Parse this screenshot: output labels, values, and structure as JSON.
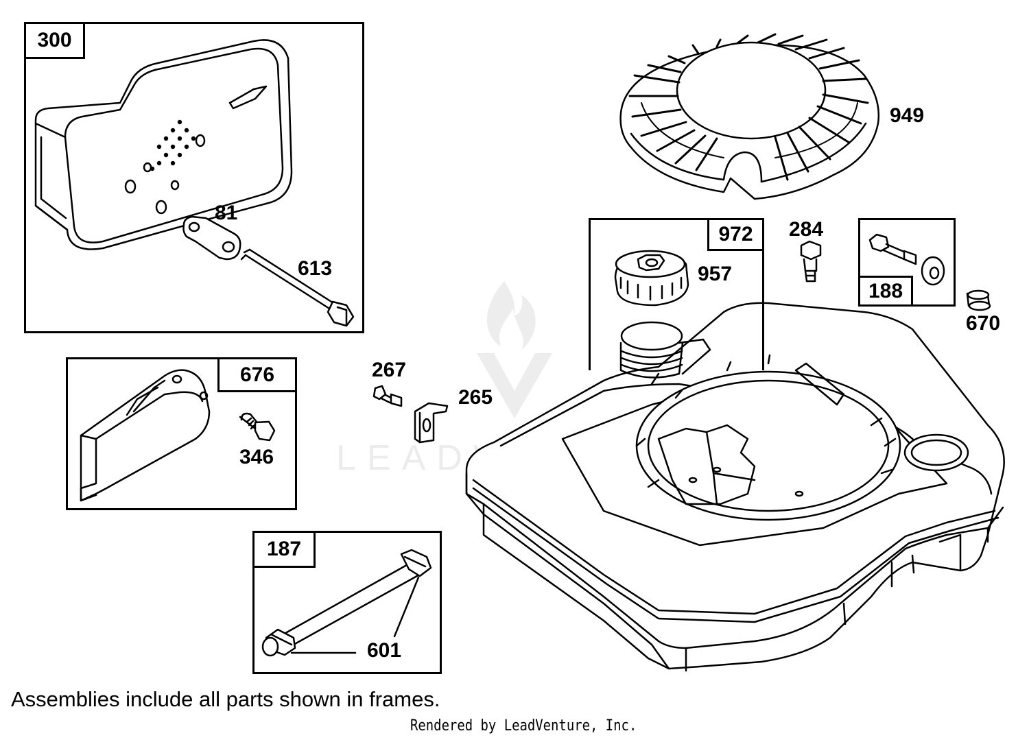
{
  "frames": {
    "f300": "300",
    "f676": "676",
    "f187": "187",
    "f972": "972",
    "f188": "188"
  },
  "parts": {
    "p81": "81",
    "p613": "613",
    "p346": "346",
    "p267": "267",
    "p265": "265",
    "p601": "601",
    "p949": "949",
    "p957": "957",
    "p284": "284",
    "p670": "670"
  },
  "footer": {
    "note": "Assemblies include all parts shown in frames.",
    "credit": "Rendered by LeadVenture, Inc."
  },
  "watermark": "LEADVENTURE"
}
